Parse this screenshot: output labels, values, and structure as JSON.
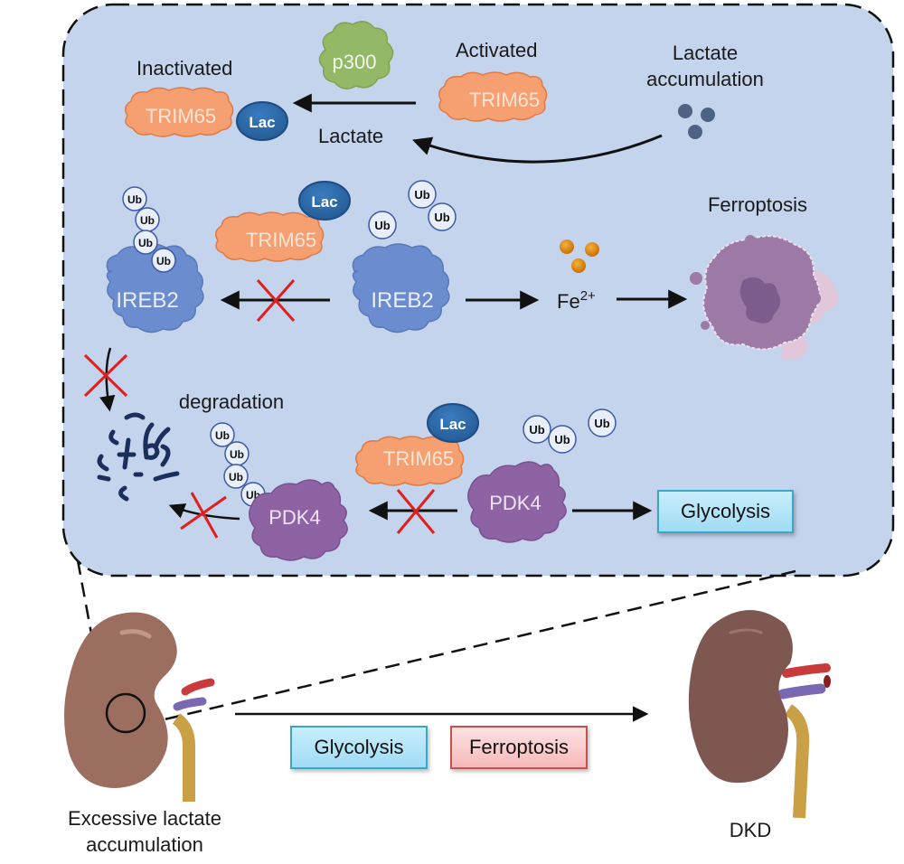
{
  "figure": {
    "zoom_panel": {
      "background_color": "#c3d4ec",
      "top_row": {
        "inactivated_label": "Inactivated",
        "activated_label": "Activated",
        "lactate_accumulation_label": [
          "Lactate",
          "accumulation"
        ],
        "lactate_arrow_label": "Lactate",
        "p300_label": "p300",
        "trim65_inactive_label": "TRIM65",
        "trim65_active_label": "TRIM65",
        "lac_label": "Lac"
      },
      "middle_row": {
        "ireb2_left_label": "IREB2",
        "ireb2_right_label": "IREB2",
        "trim65_label": "TRIM65",
        "lac_label": "Lac",
        "ub_label": "Ub",
        "fe_label": "Fe",
        "fe_superscript": "2+",
        "ferroptosis_label": "Ferroptosis"
      },
      "bottom_row": {
        "degradation_label": "degradation",
        "pdk4_left_label": "PDK4",
        "pdk4_right_label": "PDK4",
        "trim65_label": "TRIM65",
        "lac_label": "Lac",
        "ub_label": "Ub",
        "glycolysis_label": "Glycolysis"
      }
    },
    "lower_section": {
      "left_kidney_caption": [
        "Excessive lactate",
        "accumulation"
      ],
      "right_kidney_caption": "DKD",
      "glycolysis_box_label": "Glycolysis",
      "ferroptosis_box_label": "Ferroptosis"
    },
    "colors": {
      "trim65": "#f6a072",
      "lac": "#2f6aa8",
      "ireb2": "#6b8ccf",
      "pdk4": "#8e63a3",
      "p300": "#93b866",
      "ub_fill": "#e8eefa",
      "ub_stroke": "#3d5aa8",
      "fe": "#de8a10",
      "block_x": "#e21e1e",
      "kidney": "#9c6e5f",
      "dkd_kidney": "#7f5751",
      "artery": "#c93a3a",
      "vein": "#7b68b2",
      "ureter": "#c9a046"
    }
  }
}
